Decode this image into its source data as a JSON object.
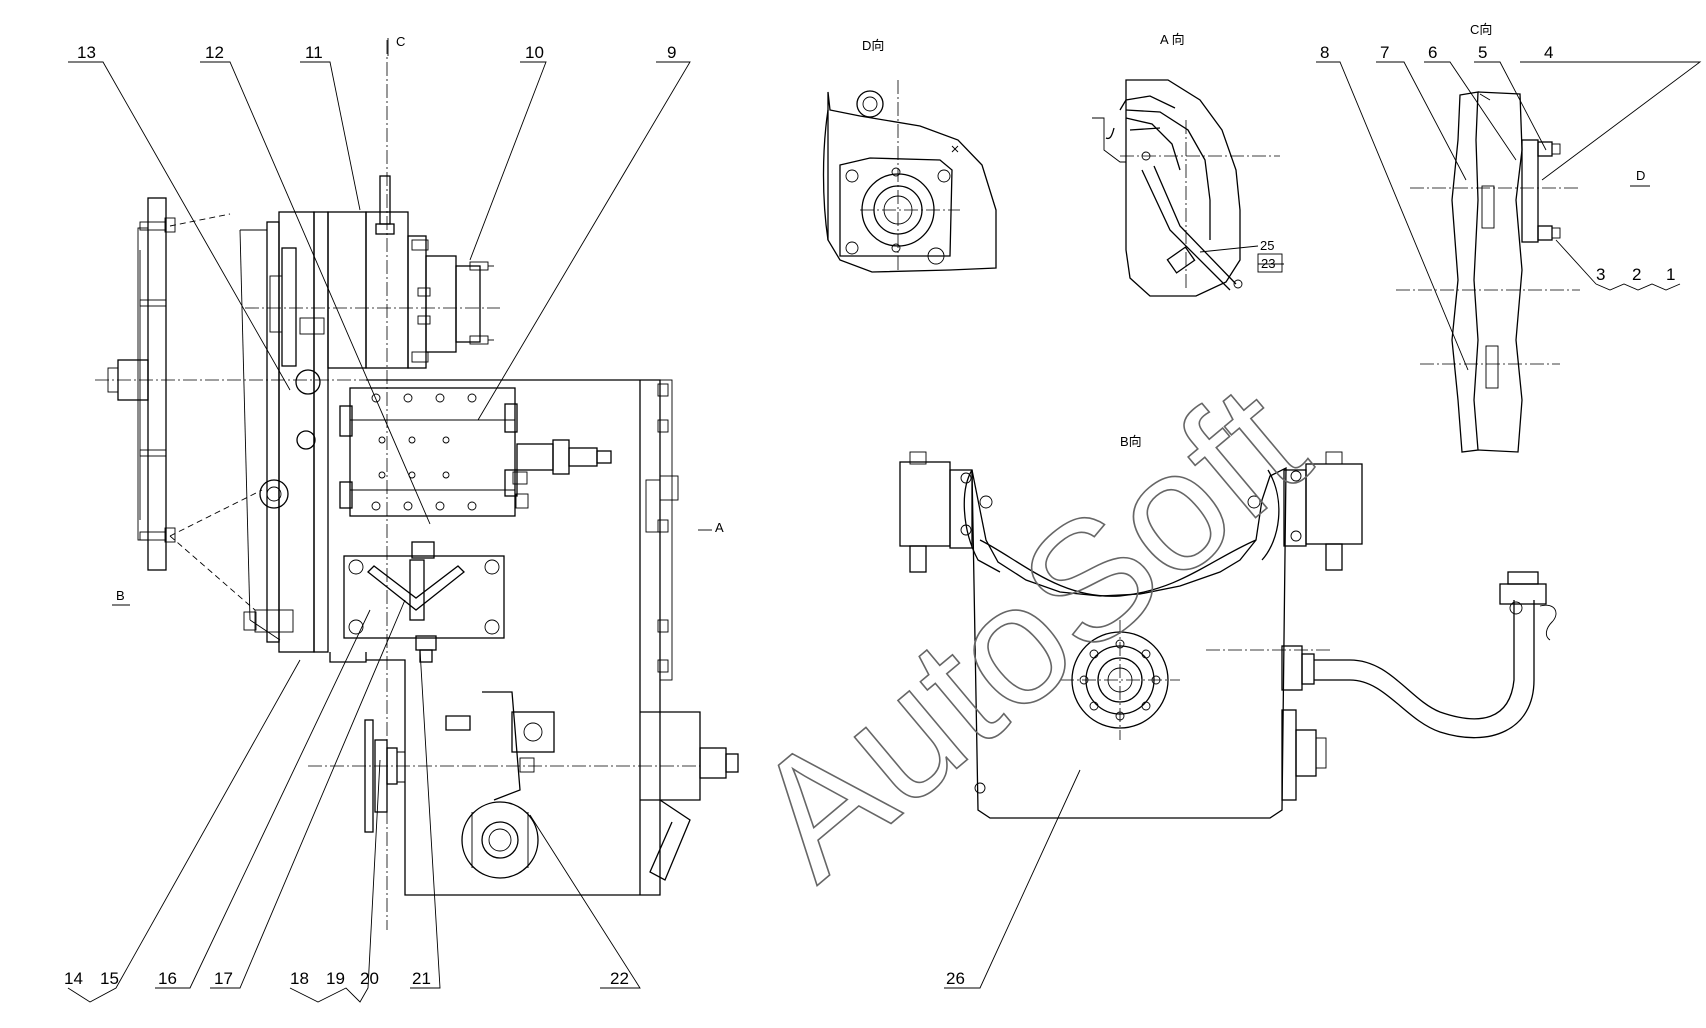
{
  "watermark": "AutoSoft",
  "views": {
    "d": "D向",
    "a": "A 向",
    "c": "C向",
    "b": "B向"
  },
  "section_marks": {
    "c": "C",
    "a": "A",
    "b": "B",
    "d": "D"
  },
  "callouts": {
    "n1": "1",
    "n2": "2",
    "n3": "3",
    "n4": "4",
    "n5": "5",
    "n6": "6",
    "n7": "7",
    "n8": "8",
    "n9": "9",
    "n10": "10",
    "n11": "11",
    "n12": "12",
    "n13": "13",
    "n14": "14",
    "n15": "15",
    "n16": "16",
    "n17": "17",
    "n18": "18",
    "n19": "19",
    "n20": "20",
    "n21": "21",
    "n22": "22",
    "n23": "23",
    "n25": "25",
    "n26": "26"
  }
}
